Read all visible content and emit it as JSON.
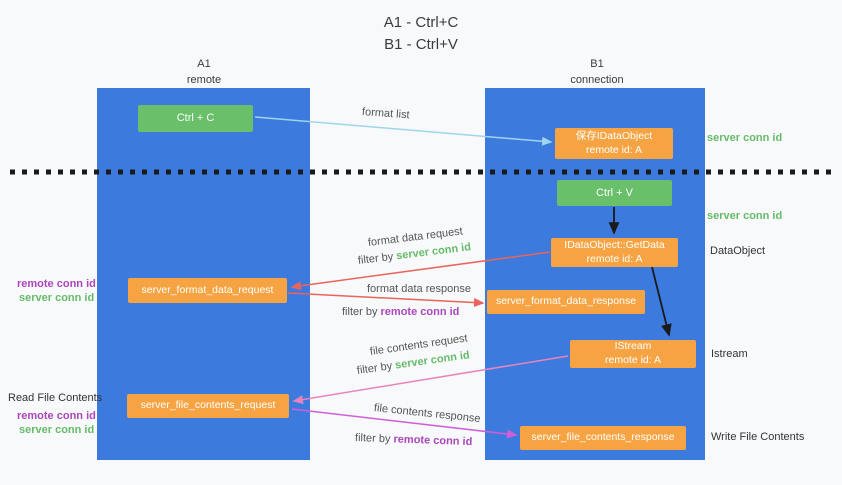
{
  "title": {
    "line1": "A1 - Ctrl+C",
    "line2": "B1 - Ctrl+V"
  },
  "lanes": {
    "left": {
      "name": "A1",
      "sub": "remote"
    },
    "right": {
      "name": "B1",
      "sub": "connection"
    }
  },
  "nodes": {
    "ctrl_c": "Ctrl + C",
    "ctrl_v": "Ctrl + V",
    "save_dataobject": {
      "line1": "保存IDataObject",
      "line2": "remote id: A"
    },
    "getdata": {
      "line1": "IDataObject::GetData",
      "line2": "remote id: A"
    },
    "istream": {
      "line1": "IStream",
      "line2": "remote id: A"
    },
    "server_format_data_request": "server_format_data_request",
    "server_format_data_response": "server_format_data_response",
    "server_file_contents_request": "server_file_contents_request",
    "server_file_contents_response": "server_file_contents_response"
  },
  "arrow_labels": {
    "format_list": "format list",
    "format_data_request": "format data request",
    "format_data_response": "format data response",
    "file_contents_request": "file contents request",
    "file_contents_response": "file contents response",
    "filter_by": "filter by"
  },
  "annotations": {
    "server_conn_id": "server conn id",
    "remote_conn_id": "remote conn id",
    "dataobject": "DataObject",
    "istream": "Istream",
    "read_file_contents": "Read File Contents",
    "write_file_contents": "Write File Contents"
  },
  "colors": {
    "lane_blue": "#3d7add",
    "node_green": "#6abf6a",
    "node_orange": "#f6a443",
    "conn_id_green": "#66bb6a",
    "conn_id_purple": "#ab47bc",
    "arrow_blue": "#9fd5ee",
    "arrow_red": "#e8645c",
    "arrow_pink": "#e884bd",
    "arrow_magenta": "#cf5fd6",
    "arrow_black": "#1a1a1a"
  }
}
